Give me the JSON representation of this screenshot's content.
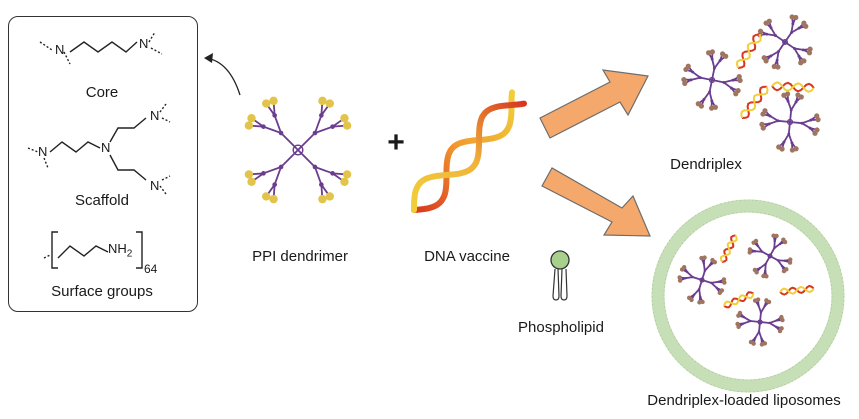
{
  "legend": {
    "core_label": "Core",
    "scaffold_label": "Scaffold",
    "surface_label": "Surface groups",
    "atom_n": "N",
    "atom_nh": "NH",
    "subscript_2": "2",
    "repeat_count": "64"
  },
  "components": {
    "dendrimer_label": "PPI dendrimer",
    "dna_label": "DNA vaccine",
    "phospholipid_label": "Phospholipid",
    "plus_sign": "+"
  },
  "products": {
    "dendriplex_label": "Dendriplex",
    "liposome_label": "Dendriplex-loaded liposomes"
  },
  "colors": {
    "dendrimer_branch": "#6a3d8f",
    "dendrimer_end": "#e2c44a",
    "dendriplex_end": "#a07560",
    "dna_red": "#d8371f",
    "dna_yellow": "#f0cf3a",
    "arrow_fill": "#f5a86b",
    "arrow_stroke": "#6d6d6d",
    "phospholipid_head": "#a8d08d",
    "liposome_membrane": "#c7dfb6"
  }
}
